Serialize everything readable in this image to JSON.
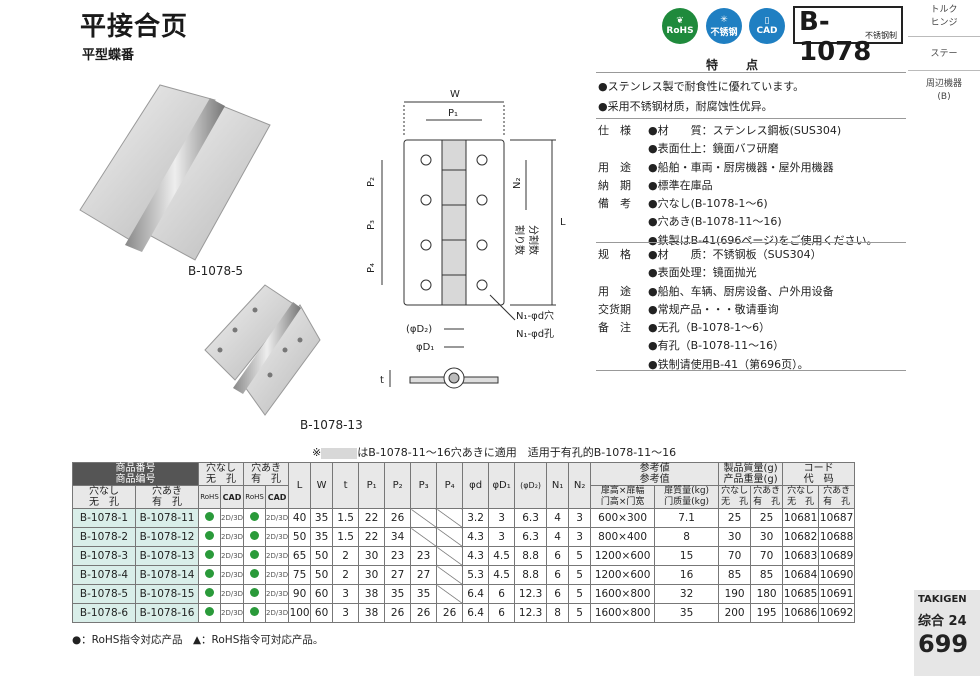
{
  "header": {
    "title": "平接合页",
    "subtitle": "平型蝶番",
    "code": "B-1078",
    "code_sub": "不锈钢制",
    "badges": {
      "rohs": "RoHS",
      "stainless": "不锈钢",
      "cad": "CAD"
    }
  },
  "side_nav": {
    "item1": "トルク\nヒンジ",
    "item2": "ステー",
    "item3": "周辺機器\n(B)"
  },
  "features": {
    "heading": "特　点",
    "bullets": [
      "●ステンレス製で耐食性に優れています。",
      "●采用不锈钢材质，耐腐蚀性优异。"
    ],
    "spec_jp": [
      {
        "label": "仕　様",
        "value": "●材　　質：ステンレス鋼板(SUS304)"
      },
      {
        "label": "",
        "value": "●表面仕上：鏡面バフ研磨"
      },
      {
        "label": "用　途",
        "value": "●船舶・車両・厨房機器・屋外用機器"
      },
      {
        "label": "納　期",
        "value": "●標準在庫品"
      },
      {
        "label": "備　考",
        "value": "●穴なし(B-1078-1〜6)"
      },
      {
        "label": "",
        "value": "●穴あき(B-1078-11〜16)"
      },
      {
        "label": "",
        "value": "●鉄製はB-41(696ページ)をご使用ください。"
      }
    ],
    "spec_cn": [
      {
        "label": "规　格",
        "value": "●材　　质：不锈钢板（SUS304）"
      },
      {
        "label": "",
        "value": "●表面处理：镜面抛光"
      },
      {
        "label": "用　途",
        "value": "●船舶、车辆、厨房设备、户外用设备"
      },
      {
        "label": "交货期",
        "value": "●常规产品・・・敬请垂询"
      },
      {
        "label": "备　注",
        "value": "●无孔（B-1078-1〜6）"
      },
      {
        "label": "",
        "value": "●有孔（B-1078-11〜16）"
      },
      {
        "label": "",
        "value": "●铁制请使用B-41（第696页）。"
      }
    ]
  },
  "drawing": {
    "photo1": "B-1078-5",
    "photo2": "B-1078-13",
    "dim_W": "W",
    "dim_P1": "P₁",
    "dim_P2": "P₂",
    "dim_P3": "P₃",
    "dim_P4": "P₄",
    "dim_N2": "N₂",
    "dim_L": "L",
    "split_jp": "割り数",
    "split_cn": "分割数",
    "hole_jp": "N₁-φd穴",
    "hole_cn": "N₁-φd孔",
    "dim_D2": "(φD₂)",
    "dim_D1": "φD₁",
    "dim_t": "t",
    "note_prefix": "※",
    "note_text": "はB-1078-11〜16穴あきに適用　适用于有孔的B-1078-11〜16"
  },
  "table": {
    "head": {
      "part_no": "商品番号\n商品编号",
      "no_hole": "穴なし\n无　孔",
      "hole": "穴あき\n有　孔",
      "sub_no_hole": "穴なし\n无　孔",
      "sub_hole": "穴あき\n有　孔",
      "rohs": "RoHS",
      "cad": "CAD",
      "cols": [
        "L",
        "W",
        "t",
        "P₁",
        "P₂",
        "P₃",
        "P₄",
        "φd",
        "φD₁",
        "(φD₂)",
        "N₁",
        "N₂"
      ],
      "ref": "参考値\n参考值",
      "ref_size": "扉高×扉幅\n门高×门宽",
      "ref_weight": "扉質量(kg)\n门质量(kg)",
      "mass": "製品質量(g)\n产品重量(g)",
      "mass_no": "穴なし\n无　孔",
      "mass_yes": "穴あき\n有　孔",
      "code": "コード\n代　码",
      "code_no": "穴なし\n无　孔",
      "code_yes": "穴あき\n有　孔"
    },
    "cad_label": "2D/3D",
    "rows": [
      {
        "a": "B-1078-1",
        "b": "B-1078-11",
        "L": "40",
        "W": "35",
        "t": "1.5",
        "P1": "22",
        "P2": "26",
        "P3": "",
        "P4": "",
        "d": "3.2",
        "D1": "3",
        "D2": "6.3",
        "N1": "4",
        "N2": "3",
        "size": "600×300",
        "kg": "7.1",
        "m1": "25",
        "m2": "25",
        "c1": "10681",
        "c2": "10687"
      },
      {
        "a": "B-1078-2",
        "b": "B-1078-12",
        "L": "50",
        "W": "35",
        "t": "1.5",
        "P1": "22",
        "P2": "34",
        "P3": "",
        "P4": "",
        "d": "4.3",
        "D1": "3",
        "D2": "6.3",
        "N1": "4",
        "N2": "3",
        "size": "800×400",
        "kg": "8",
        "m1": "30",
        "m2": "30",
        "c1": "10682",
        "c2": "10688"
      },
      {
        "a": "B-1078-3",
        "b": "B-1078-13",
        "L": "65",
        "W": "50",
        "t": "2",
        "P1": "30",
        "P2": "23",
        "P3": "23",
        "P4": "",
        "d": "4.3",
        "D1": "4.5",
        "D2": "8.8",
        "N1": "6",
        "N2": "5",
        "size": "1200×600",
        "kg": "15",
        "m1": "70",
        "m2": "70",
        "c1": "10683",
        "c2": "10689"
      },
      {
        "a": "B-1078-4",
        "b": "B-1078-14",
        "L": "75",
        "W": "50",
        "t": "2",
        "P1": "30",
        "P2": "27",
        "P3": "27",
        "P4": "",
        "d": "5.3",
        "D1": "4.5",
        "D2": "8.8",
        "N1": "6",
        "N2": "5",
        "size": "1200×600",
        "kg": "16",
        "m1": "85",
        "m2": "85",
        "c1": "10684",
        "c2": "10690"
      },
      {
        "a": "B-1078-5",
        "b": "B-1078-15",
        "L": "90",
        "W": "60",
        "t": "3",
        "P1": "38",
        "P2": "35",
        "P3": "35",
        "P4": "",
        "d": "6.4",
        "D1": "6",
        "D2": "12.3",
        "N1": "6",
        "N2": "5",
        "size": "1600×800",
        "kg": "32",
        "m1": "190",
        "m2": "180",
        "c1": "10685",
        "c2": "10691"
      },
      {
        "a": "B-1078-6",
        "b": "B-1078-16",
        "L": "100",
        "W": "60",
        "t": "3",
        "P1": "38",
        "P2": "26",
        "P3": "26",
        "P4": "26",
        "d": "6.4",
        "D1": "6",
        "D2": "12.3",
        "N1": "8",
        "N2": "5",
        "size": "1600×800",
        "kg": "35",
        "m1": "200",
        "m2": "195",
        "c1": "10686",
        "c2": "10692"
      }
    ]
  },
  "legend": "●：RoHS指令対応产品　▲：RoHS指令可対応产品。",
  "footer": {
    "brand": "TAKIGEN",
    "section": "综合 24",
    "page": "699"
  }
}
